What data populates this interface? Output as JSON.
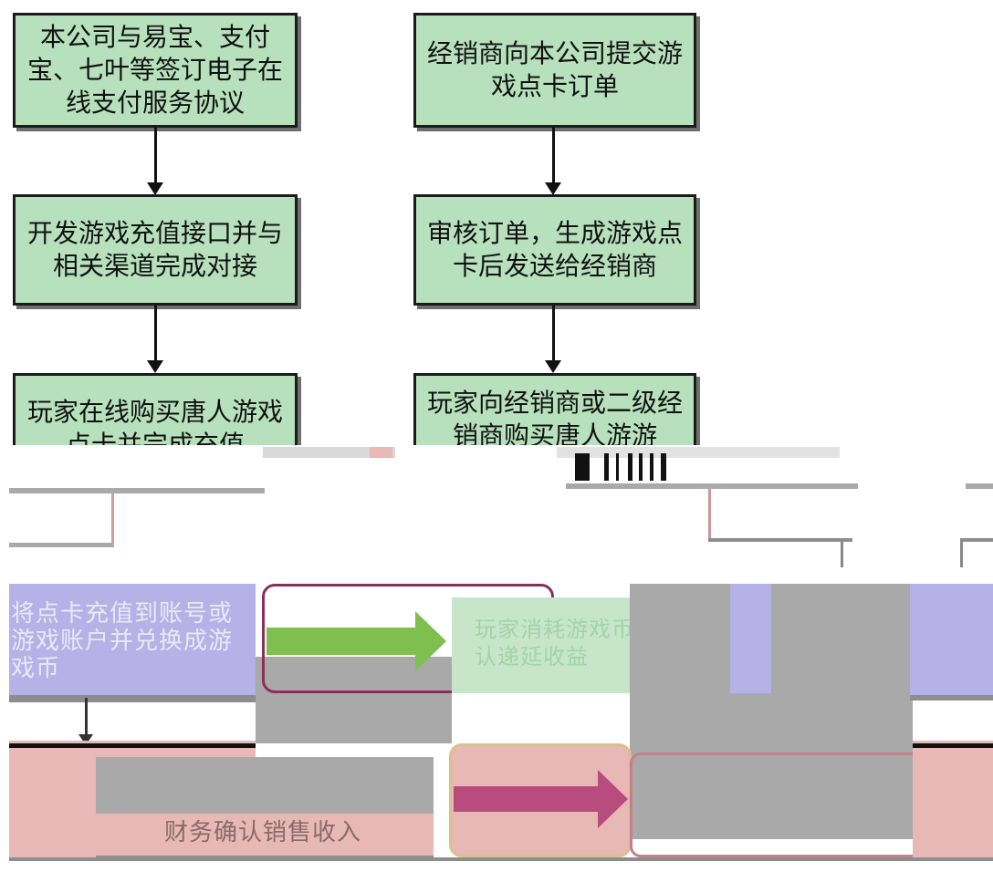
{
  "left_column": [
    {
      "text": "本公司与易宝、支付宝、七叶等签订电子在线支付服务协议"
    },
    {
      "text": "开发游戏充值接口并与相关渠道完成对接"
    },
    {
      "text": "玩家在线购买唐人游戏点卡并完成充值"
    }
  ],
  "right_column": [
    {
      "text": "经销商向本公司提交游戏点卡订单"
    },
    {
      "text": "审核订单，生成游戏点卡后发送给经销商"
    },
    {
      "text": "玩家向经销商或二级经销商购买唐人游游"
    }
  ],
  "lower_fragments": {
    "left_box": "将点卡充值到账号或游戏账户并兑换成游戏币",
    "center_box": "玩家消耗游戏币，财务确认递延收益",
    "bottom_box": "财务确认销售收入"
  },
  "colors": {
    "box_fill": "#b7e1bd",
    "box_border": "#1b1b1b",
    "lavender": "#b6b1e6",
    "pink": "#e7b8b5",
    "gray": "#a9a9a9"
  }
}
